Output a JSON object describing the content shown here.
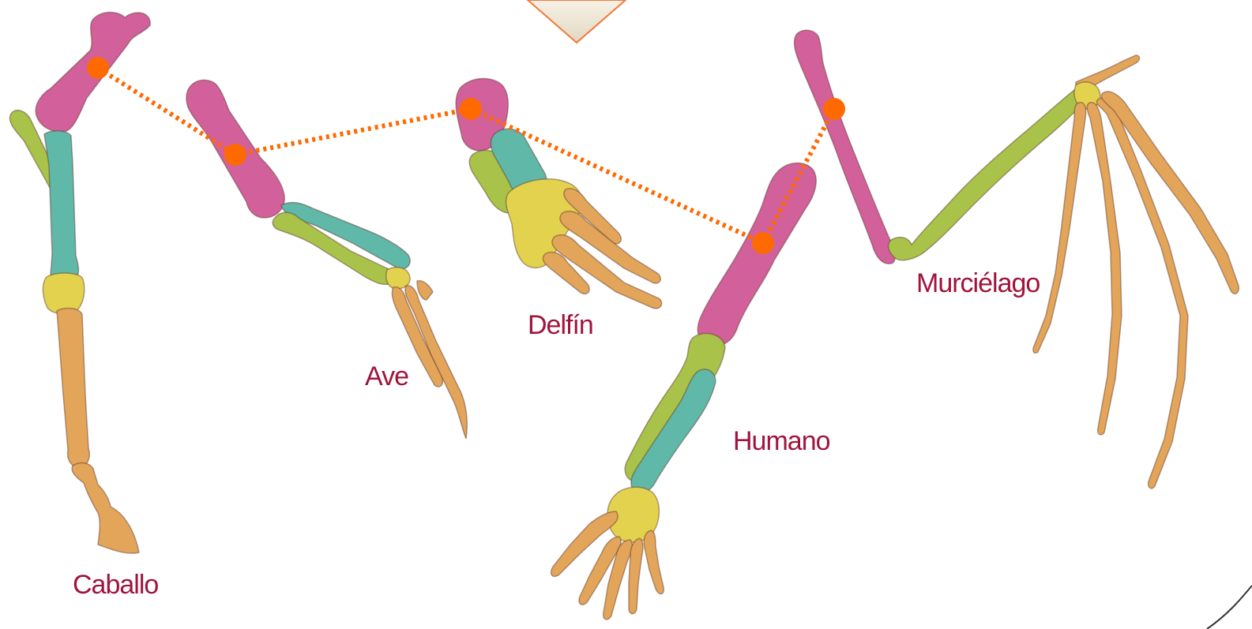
{
  "labels": {
    "caballo": "Caballo",
    "ave": "Ave",
    "delfin": "Delfín",
    "humano": "Humano",
    "murcielago": "Murciélago"
  },
  "colors": {
    "humerus": "#d2609a",
    "radius": "#a8c24a",
    "ulna": "#5fb8a8",
    "carpals": "#e2d24e",
    "phalanges": "#e2a55a",
    "connector": "#ff6a00",
    "label": "#a0143c"
  }
}
